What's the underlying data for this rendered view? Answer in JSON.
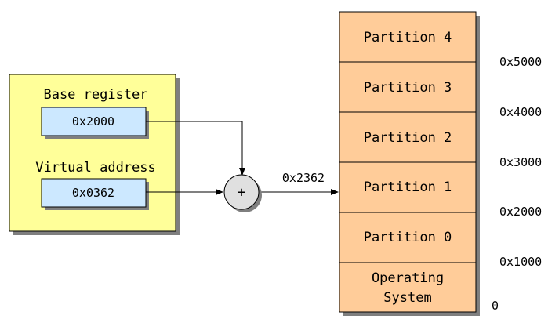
{
  "registers": {
    "base_label": "Base register",
    "base_value": "0x2000",
    "virtual_label": "Virtual address",
    "virtual_value": "0x0362"
  },
  "adder": {
    "symbol": "+"
  },
  "result": {
    "physical_address": "0x2362"
  },
  "memory": {
    "partitions": [
      {
        "label": "Partition 4"
      },
      {
        "label": "Partition 3"
      },
      {
        "label": "Partition 2"
      },
      {
        "label": "Partition 1"
      },
      {
        "label": "Partition 0"
      }
    ],
    "os_line1": "Operating",
    "os_line2": "System",
    "addresses": [
      "0x5000",
      "0x4000",
      "0x3000",
      "0x2000",
      "0x1000",
      "0"
    ]
  },
  "colors": {
    "register_panel": "#ffff99",
    "register_box": "#cce8ff",
    "memory_fill": "#ffcc99",
    "adder_fill": "#e0e0e0"
  }
}
